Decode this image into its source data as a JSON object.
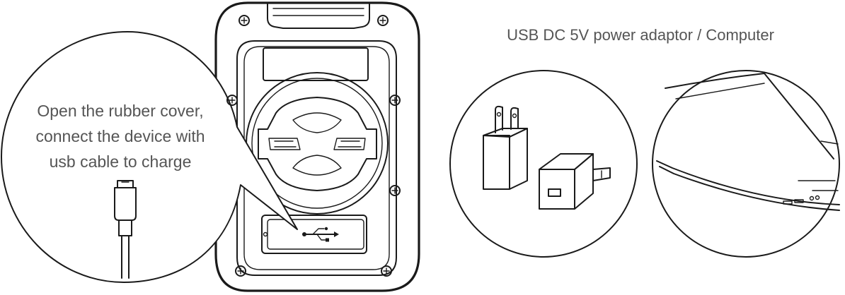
{
  "diagram": {
    "callout": {
      "lines": [
        "Open the rubber cover,",
        "connect the device with",
        "usb cable to charge"
      ]
    },
    "power_caption": "USB DC 5V power adaptor / Computer",
    "icons": {
      "cable": "micro-usb-plug-icon",
      "port_symbol": "usb-symbol-icon",
      "adaptor": "wall-adaptor-icon",
      "computer": "laptop-icon"
    },
    "colors": {
      "line": "#1a1a1a",
      "text": "#555555",
      "background": "#ffffff"
    }
  }
}
